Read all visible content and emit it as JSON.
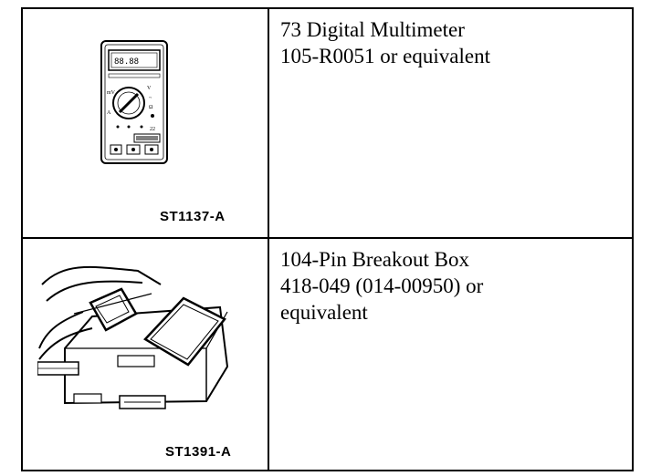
{
  "tools": [
    {
      "illustration": "digital-multimeter",
      "code": "ST1137-A",
      "description": [
        "73 Digital Multimeter",
        "105-R0051 or equivalent"
      ]
    },
    {
      "illustration": "breakout-box",
      "code": "ST1391-A",
      "description": [
        "104-Pin Breakout Box",
        "418-049 (014-00950) or",
        "equivalent"
      ]
    }
  ]
}
